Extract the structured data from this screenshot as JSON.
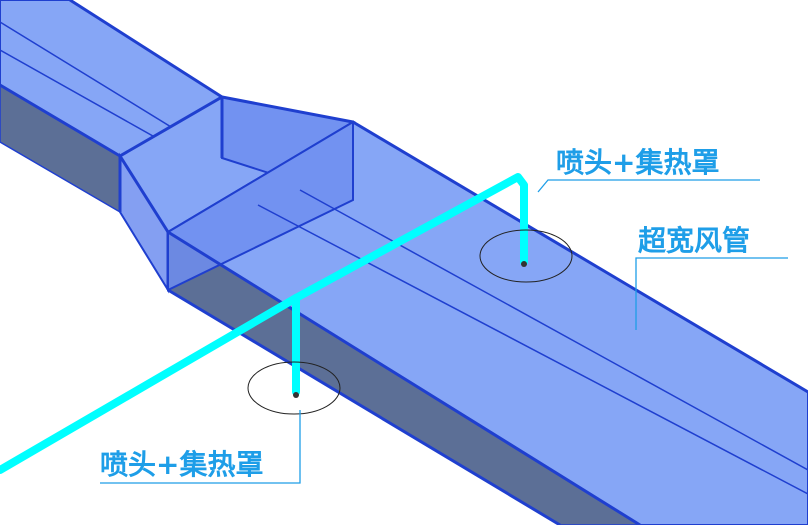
{
  "colors": {
    "duct_face": "#86a6f6",
    "duct_face_dark": "#6f8ef0",
    "duct_side": "#5c6f96",
    "duct_edge": "#1f3fcf",
    "pipe": "#00ffff",
    "pipe_dark": "#00c7d6",
    "label_text": "#1e9ee8",
    "leader": "#1e9ee8",
    "circle": "#222222"
  },
  "labels": {
    "sprinkler_top": "喷头+集热罩",
    "duct": "超宽风管",
    "sprinkler_bottom": "喷头+集热罩"
  }
}
